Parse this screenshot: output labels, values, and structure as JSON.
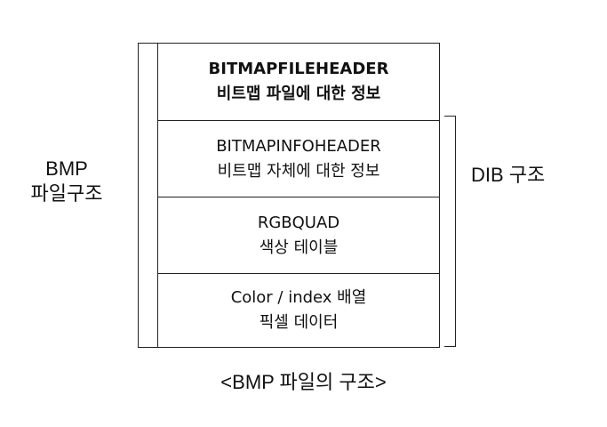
{
  "structure": {
    "sections": [
      {
        "line1": "BITMAPFILEHEADER",
        "line2": "비트맵 파일에 대한 정보"
      },
      {
        "line1": "BITMAPINFOHEADER",
        "line2": "비트맵 자체에 대한 정보"
      },
      {
        "line1": "RGBQUAD",
        "line2": "색상 테이블"
      },
      {
        "line1": "Color / index 배열",
        "line2": "픽셀 데이터"
      }
    ]
  },
  "bmp_label": {
    "line1": "BMP",
    "line2": "파일구조"
  },
  "dib_label": "DIB 구조",
  "caption": "<BMP 파일의 구조>"
}
